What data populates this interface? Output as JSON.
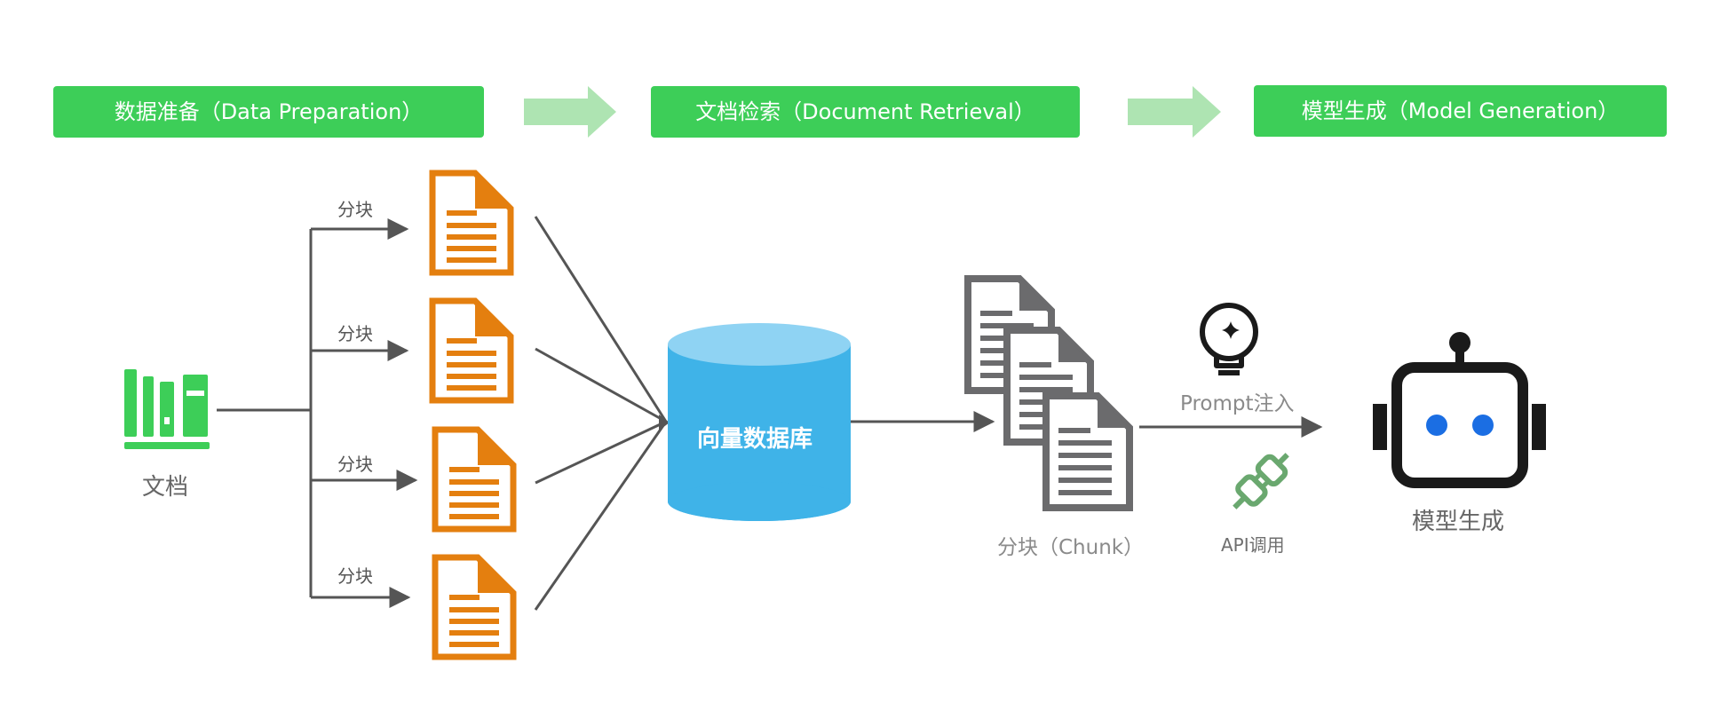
{
  "stages": [
    {
      "label": "数据准备（Data Preparation）"
    },
    {
      "label": "文档检索（Document Retrieval）"
    },
    {
      "label": "模型生成（Model Generation）"
    }
  ],
  "nodes": {
    "document": "文档",
    "chunk_labels": [
      "分块",
      "分块",
      "分块",
      "分块"
    ],
    "vector_db": "向量数据库",
    "retrieved_chunks": "分块（Chunk）",
    "prompt_injection": "Prompt注入",
    "api_call": "API调用",
    "model_generation": "模型生成"
  },
  "icons": {
    "document": "bookshelf-icon",
    "chunk": "document-file-icon",
    "vector_db": "database-cylinder-icon",
    "retrieved_chunks": "stacked-documents-icon",
    "prompt": "lightbulb-sparkle-icon",
    "api": "plug-connector-icon",
    "model": "robot-icon"
  },
  "colors": {
    "stage_header": "#3dce58",
    "flow_arrow": "#aee4b2",
    "bookshelf": "#3dce58",
    "chunk_doc": "#e47f0f",
    "db_body": "#3fb3e8",
    "db_top": "#8fd3f3",
    "retrieved_docs": "#6b6b6d",
    "plug": "#6aa86f",
    "robot_eyes": "#1b6ee3",
    "connector": "#555555"
  }
}
